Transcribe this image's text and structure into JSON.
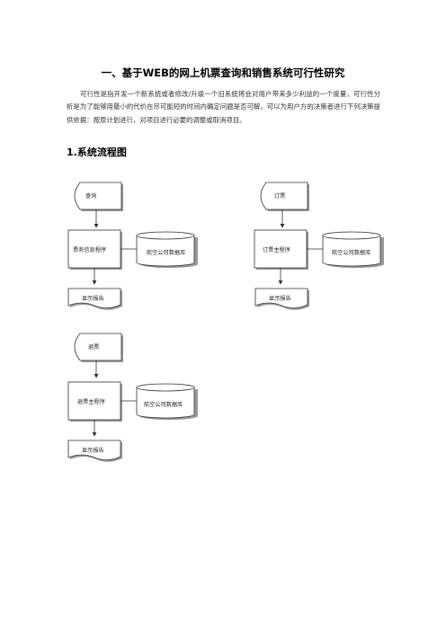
{
  "doc": {
    "title": "一、基于WEB的网上机票查询和销售系统可行性研究",
    "paragraph": "可行性是指开发一个新系统或者修改/升级一个旧系统将会对用户带来多少利益的一个度量，可行性分析是为了能够用最小的代价在尽可能短的时间内确定问题是否可解，可以为用户方的决策者进行下列决策提供依据：按原计划进行，对项目进行必要的调整或取消项目。",
    "section_heading": "1.系统流程图"
  },
  "flows": {
    "query": {
      "input": "查询",
      "process": "票务信息程序",
      "database": "航空公司数据库",
      "output": "显示报告"
    },
    "order": {
      "input": "订票",
      "process": "订票主程序",
      "database": "航空公司数据库",
      "output": "显示报告"
    },
    "refund": {
      "input": "退票",
      "process": "退票主程序",
      "database": "航空公司数据库",
      "output": "显示报告"
    }
  },
  "colors": {
    "shape_fill": "#ffffff",
    "shape_stroke": "#333333",
    "shadow": "#9a9a9a",
    "line": "#333333"
  }
}
